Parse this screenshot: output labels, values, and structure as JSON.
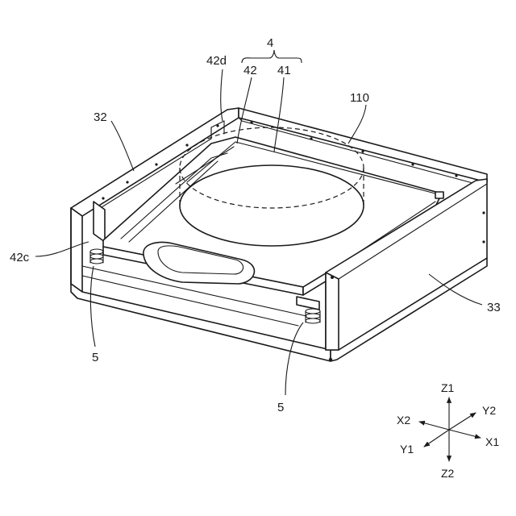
{
  "labels": {
    "ref_4": "4",
    "ref_42d": "42d",
    "ref_42": "42",
    "ref_41": "41",
    "ref_110": "110",
    "ref_32": "32",
    "ref_42c": "42c",
    "ref_5_left": "5",
    "ref_5_right": "5",
    "ref_33": "33"
  },
  "axes": {
    "z1": "Z1",
    "z2": "Z2",
    "x1": "X1",
    "x2": "X2",
    "y1": "Y1",
    "y2": "Y2"
  }
}
